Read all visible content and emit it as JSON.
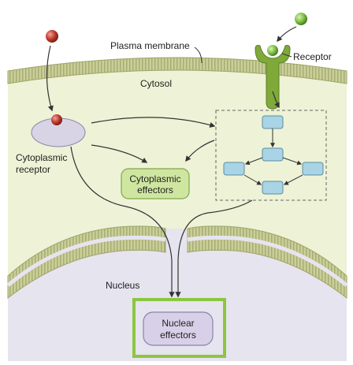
{
  "labels": {
    "plasma_membrane": "Plasma membrane",
    "receptor": "Receptor",
    "cytosol": "Cytosol",
    "cytoplasmic_receptor_line1": "Cytoplasmic",
    "cytoplasmic_receptor_line2": "receptor",
    "cytoplasmic_effectors_line1": "Cytoplasmic",
    "cytoplasmic_effectors_line2": "effectors",
    "nucleus": "Nucleus",
    "nuclear_effectors_line1": "Nuclear",
    "nuclear_effectors_line2": "effectors"
  },
  "colors": {
    "cytosol": "#eef2d6",
    "membrane": "#c9cf98",
    "membrane_stripe": "#a8ad74",
    "nucleus": "#e6e4ef",
    "cytoplasmic_effectors_fill": "#cfe6a0",
    "cytoplasmic_effectors_stroke": "#7fa84a",
    "nuclear_effectors_fill": "#d8d0e8",
    "highlight_frame": "#8cc63f",
    "ligand_red": "#c0392b",
    "ligand_green": "#7dc242",
    "receptor_green": "#7faa3a",
    "pathway_box": "#a8d4e6",
    "cytoplasmic_receptor_fill": "#d9d3e6"
  }
}
